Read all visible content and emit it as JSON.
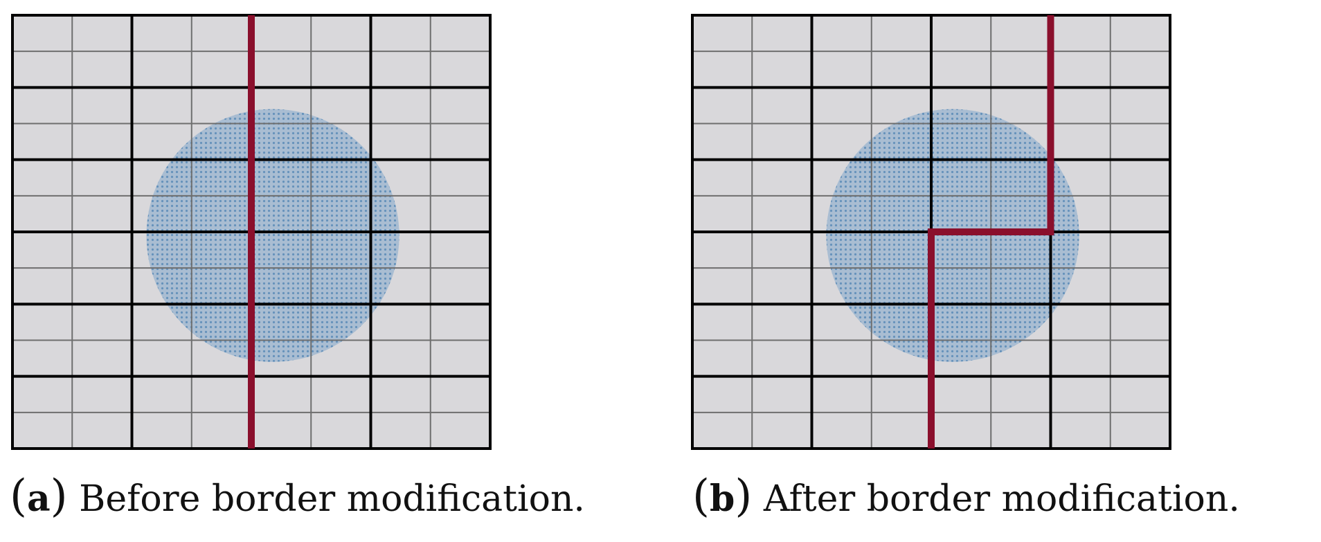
{
  "panels": [
    {
      "id": "a",
      "label": "a",
      "caption": "Before border modification."
    },
    {
      "id": "b",
      "label": "b",
      "caption": "After border modification."
    }
  ],
  "grid": {
    "major_cells": 6,
    "minor_per_major": 2
  },
  "colors": {
    "background": "#ffffff",
    "cell_fill": "#d9d8db",
    "minor_line": "#6e6e6e",
    "major_line": "#000000",
    "region": "#6f9ec7",
    "border": "#8a0f2c"
  }
}
